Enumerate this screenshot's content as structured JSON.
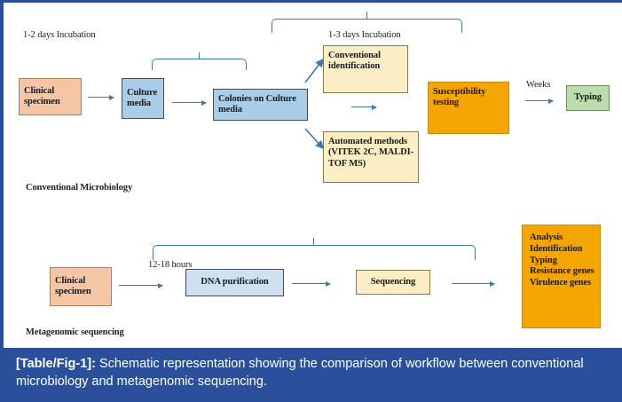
{
  "figure": {
    "caption_tag": "[Table/Fig-1]:",
    "caption_text": " Schematic representation showing the comparison of workflow between conventional microbiology and metagenomic sequencing.",
    "accent_color": "#2a4f9b",
    "arrow_color": "#3c78b4"
  },
  "conventional": {
    "section_label": "Conventional Microbiology",
    "incubation_left": "1-2 days Incubation",
    "incubation_right": "1-3 days Incubation",
    "weeks_label": "Weeks",
    "boxes": {
      "specimen": {
        "label": "Clinical specimen",
        "fill": "#f5c6a5",
        "stroke": "#b07f54"
      },
      "culture_media": {
        "label": "Culture media",
        "fill": "#a9cce8",
        "stroke": "#4a4a4a"
      },
      "colonies": {
        "label": "Colonies on Culture media",
        "fill": "#a9cce8",
        "stroke": "#4a4a4a"
      },
      "conventional_id": {
        "label": "Conventional identification",
        "fill": "#fbeec4",
        "stroke": "#8a7a4a"
      },
      "automated": {
        "label": "Automated methods (VITEK 2C, MALDI-TOF MS)",
        "fill": "#fbeec4",
        "stroke": "#8a7a4a"
      },
      "susceptibility": {
        "label": "Susceptibility testing",
        "fill": "#f5a500",
        "stroke": "#c98a10"
      },
      "typing": {
        "label": "Typing",
        "fill": "#bcdcb0",
        "stroke": "#6b8f5e"
      }
    }
  },
  "metagenomic": {
    "section_label": "Metagenomic sequencing",
    "duration_label": "12-18 hours",
    "boxes": {
      "specimen": {
        "label": "Clinical specimen",
        "fill": "#f5c6a5",
        "stroke": "#b07f54"
      },
      "dna_purification": {
        "label": "DNA purification",
        "fill": "#cfe0f0",
        "stroke": "#4a4a4a"
      },
      "sequencing": {
        "label": "Sequencing",
        "fill": "#fbeec4",
        "stroke": "#8a7a4a"
      },
      "analysis": {
        "label": "Analysis Identification Typing Resistance genes Virulence genes",
        "fill": "#f5a500",
        "stroke": "#c98a10"
      }
    }
  }
}
